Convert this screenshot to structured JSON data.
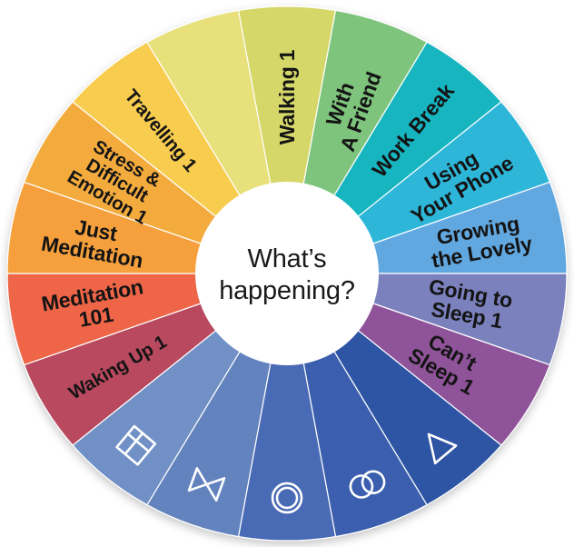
{
  "chart_data": {
    "type": "pie",
    "title": "What's happening?",
    "xlabel": "",
    "ylabel": "",
    "legend_position": "none",
    "grid": false,
    "note": "Equal-sized spinner wheel; 18 segments of 20 degrees each, drawn clockwise starting at the 12 o'clock position.",
    "categories": [
      "Walking 1",
      "With A Friend",
      "Work Break",
      "Using Your Phone",
      "Growing the Lovely",
      "Going to Sleep 1",
      "Can't Sleep 1",
      "window-icon",
      "bowtie-icon",
      "double-circle-icon",
      "venn-circles-icon",
      "triangle-icon",
      "Waking Up 1",
      "Meditation 101",
      "Just Meditation",
      "Stress & Difficult Emotion 1",
      "Travelling 1",
      "unlabeled"
    ],
    "values": [
      20,
      20,
      20,
      20,
      20,
      20,
      20,
      20,
      20,
      20,
      20,
      20,
      20,
      20,
      20,
      20,
      20,
      20
    ],
    "colors": [
      "#d5d768",
      "#7ec47b",
      "#17b5c0",
      "#2eb6d9",
      "#62a8e0",
      "#7a81bd",
      "#8f5399",
      "#2f55a4",
      "#3f63ad",
      "#53739a",
      "#6e8cc4",
      "#8096cb",
      "#b9495e",
      "#ee6547",
      "#f5a03c",
      "#f3ab3e",
      "#f8cc4f",
      "#e8e07a"
    ]
  },
  "wheel": {
    "center_label_line1": "What’s",
    "center_label_line2": "happening?",
    "segments": [
      {
        "id": "walking",
        "kind": "text",
        "color": "#d5d768",
        "start": -10,
        "end": 10,
        "lines": [
          "Walking 1"
        ]
      },
      {
        "id": "with-a-friend",
        "kind": "text",
        "color": "#7ec47b",
        "start": 10,
        "end": 30,
        "lines": [
          "With",
          "A Friend"
        ]
      },
      {
        "id": "work-break",
        "kind": "text",
        "color": "#17b5c0",
        "start": 30,
        "end": 50,
        "lines": [
          "Work Break"
        ]
      },
      {
        "id": "using-your-phone",
        "kind": "text",
        "color": "#2eb6d9",
        "start": 50,
        "end": 70,
        "lines": [
          "Using",
          "Your Phone"
        ]
      },
      {
        "id": "growing-the-lovely",
        "kind": "text",
        "color": "#62a8e0",
        "start": 70,
        "end": 90,
        "lines": [
          "Growing",
          "the Lovely"
        ]
      },
      {
        "id": "going-to-sleep",
        "kind": "text",
        "color": "#7a81bd",
        "start": 90,
        "end": 110,
        "lines": [
          "Going to",
          "Sleep 1"
        ]
      },
      {
        "id": "cant-sleep",
        "kind": "text",
        "color": "#8f5399",
        "start": 110,
        "end": 130,
        "lines": [
          "Can’t",
          "Sleep 1"
        ]
      },
      {
        "id": "triangle",
        "kind": "icon",
        "color": "#2f55a4",
        "start": 130,
        "end": 150,
        "icon": "triangle-icon"
      },
      {
        "id": "venn-circles",
        "kind": "icon",
        "color": "#3a5fae",
        "start": 150,
        "end": 170,
        "icon": "venn-circles-icon"
      },
      {
        "id": "double-circle",
        "kind": "icon",
        "color": "#4a6bb4",
        "start": 170,
        "end": 190,
        "icon": "double-circle-icon"
      },
      {
        "id": "bowtie",
        "kind": "icon",
        "color": "#6483bf",
        "start": 190,
        "end": 210,
        "icon": "bowtie-icon"
      },
      {
        "id": "window",
        "kind": "icon",
        "color": "#7190c6",
        "start": 210,
        "end": 230,
        "icon": "window-icon"
      },
      {
        "id": "waking-up",
        "kind": "text",
        "color": "#b9495e",
        "start": 230,
        "end": 250,
        "lines": [
          "Waking Up 1"
        ]
      },
      {
        "id": "meditation-101",
        "kind": "text",
        "color": "#ee6547",
        "start": 250,
        "end": 270,
        "lines": [
          "Meditation",
          "101"
        ]
      },
      {
        "id": "just-meditation",
        "kind": "text",
        "color": "#f5a03c",
        "start": 270,
        "end": 290,
        "lines": [
          "Just",
          "Meditation"
        ]
      },
      {
        "id": "stress-difficult-emotion",
        "kind": "text",
        "color": "#f3ab3e",
        "start": 290,
        "end": 310,
        "lines": [
          "Stress &",
          "Difficult",
          "Emotion 1"
        ]
      },
      {
        "id": "travelling",
        "kind": "text",
        "color": "#f8cc4f",
        "start": 310,
        "end": 330,
        "lines": [
          "Travelling 1"
        ]
      },
      {
        "id": "unlabeled-yellow",
        "kind": "plain",
        "color": "#e8e07a",
        "start": 330,
        "end": 350,
        "lines": []
      }
    ]
  }
}
